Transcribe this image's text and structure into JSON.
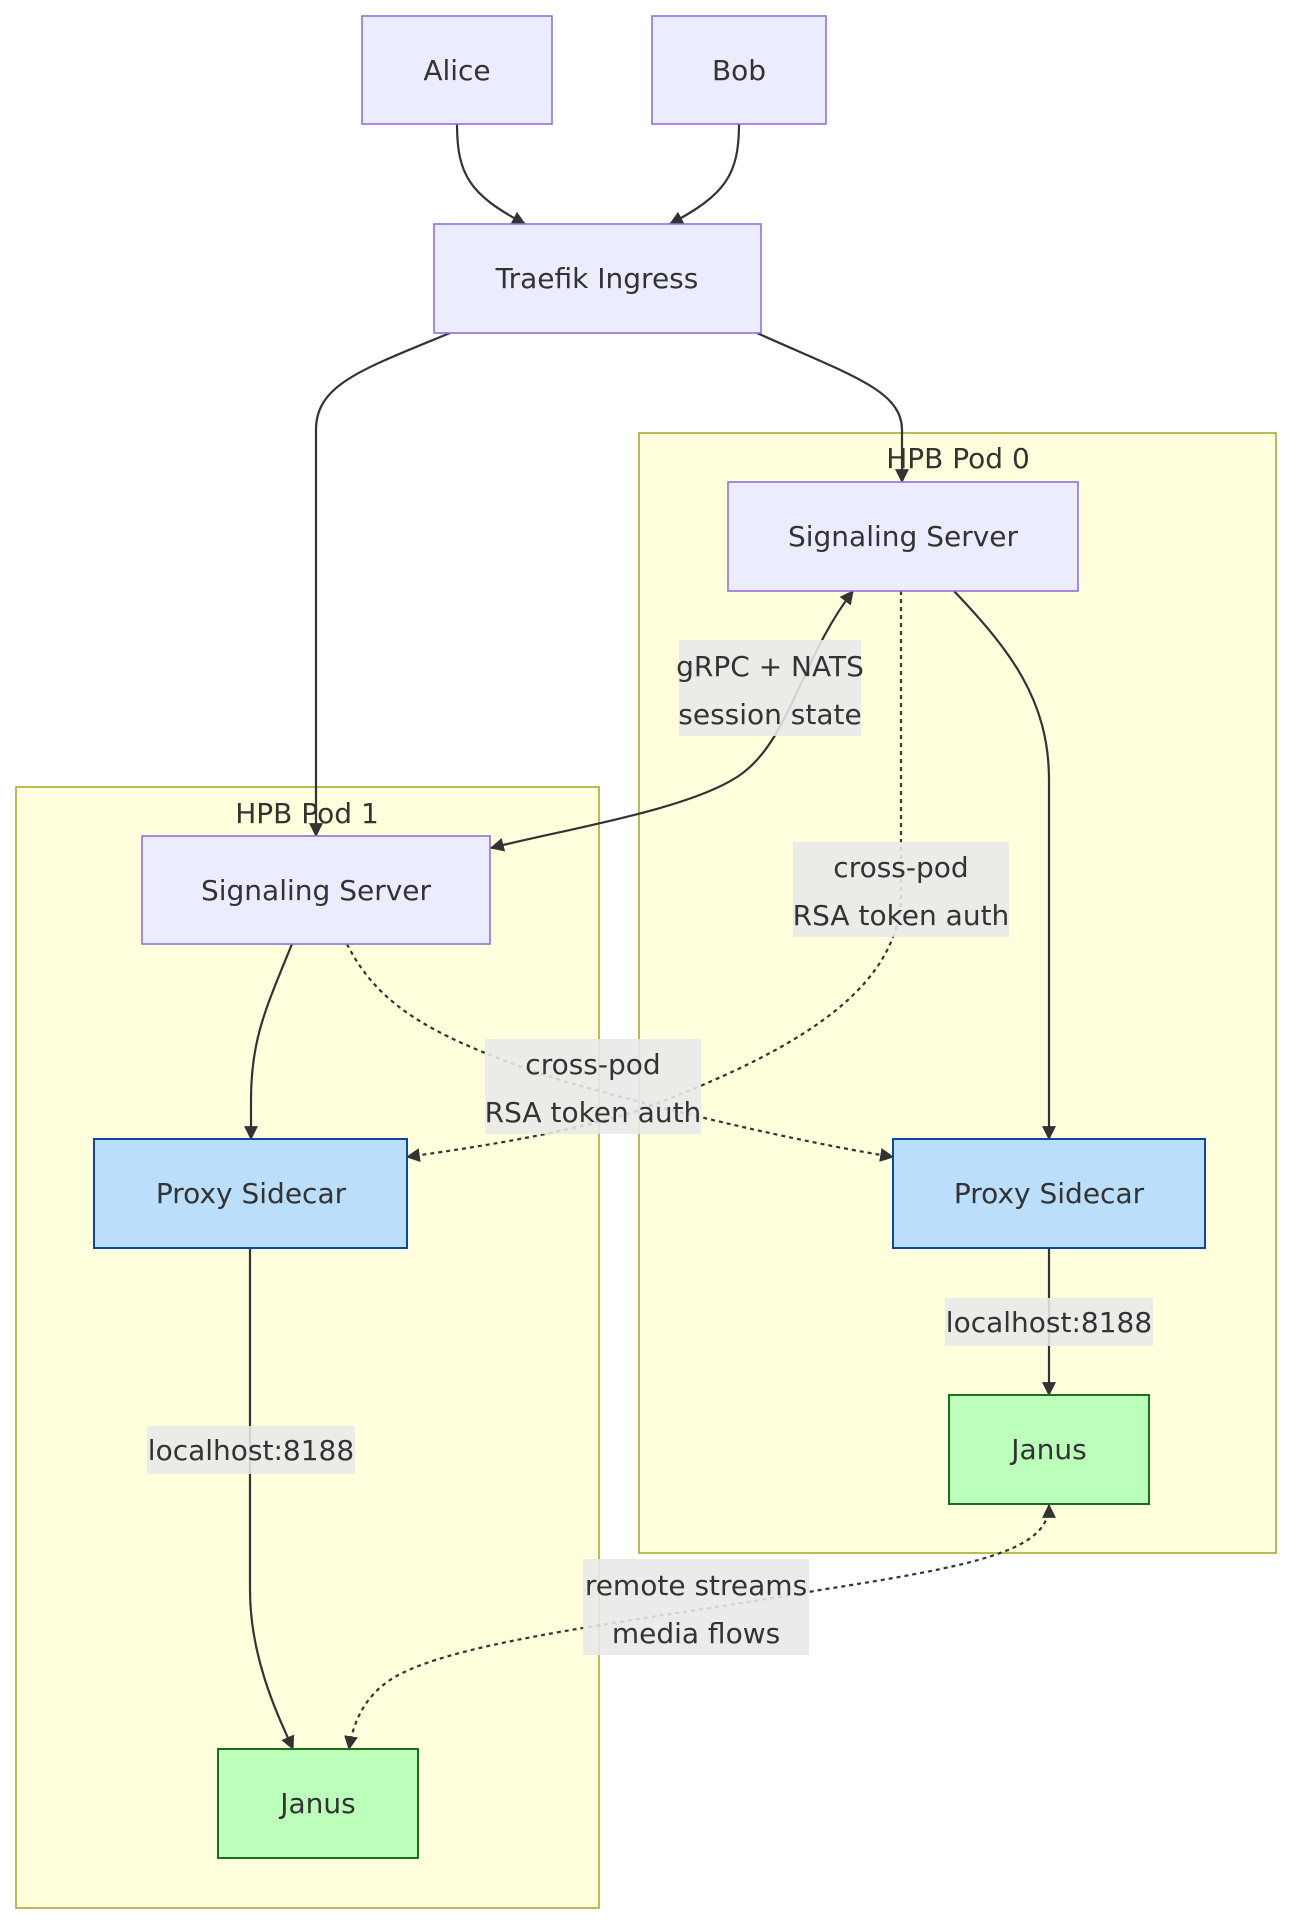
{
  "diagram": {
    "type": "flowchart",
    "direction": "TB",
    "colors": {
      "default_node_fill": "#ececff",
      "default_node_stroke": "#9370db",
      "proxy_fill": "#bbdefb",
      "proxy_stroke": "#0d47a1",
      "janus_fill": "#bbffbb",
      "janus_stroke": "#1b6e1b",
      "cluster_fill": "#ffffde",
      "cluster_stroke": "#aaaa33",
      "edge_label_bg": "#e8e8e8"
    },
    "nodes": {
      "alice": {
        "label": "Alice"
      },
      "bob": {
        "label": "Bob"
      },
      "traefik": {
        "label": "Traefik Ingress"
      },
      "sig0": {
        "label": "Signaling Server",
        "cluster": "pod0"
      },
      "proxy0": {
        "label": "Proxy Sidecar",
        "cluster": "pod0"
      },
      "janus0": {
        "label": "Janus",
        "cluster": "pod0"
      },
      "sig1": {
        "label": "Signaling Server",
        "cluster": "pod1"
      },
      "proxy1": {
        "label": "Proxy Sidecar",
        "cluster": "pod1"
      },
      "janus1": {
        "label": "Janus",
        "cluster": "pod1"
      }
    },
    "clusters": {
      "pod0": {
        "label": "HPB Pod 0"
      },
      "pod1": {
        "label": "HPB Pod 1"
      }
    },
    "edges": [
      {
        "from": "alice",
        "to": "traefik",
        "style": "solid"
      },
      {
        "from": "bob",
        "to": "traefik",
        "style": "solid"
      },
      {
        "from": "traefik",
        "to": "sig1",
        "style": "solid"
      },
      {
        "from": "traefik",
        "to": "sig0",
        "style": "solid"
      },
      {
        "from": "sig0",
        "to": "sig1",
        "style": "solid",
        "bidirectional": true,
        "label_lines": [
          "gRPC + NATS",
          "session state"
        ]
      },
      {
        "from": "sig0",
        "to": "proxy0",
        "style": "solid"
      },
      {
        "from": "sig1",
        "to": "proxy1",
        "style": "solid"
      },
      {
        "from": "sig0",
        "to": "proxy1",
        "style": "dotted",
        "label_lines": [
          "cross-pod",
          "RSA token auth"
        ]
      },
      {
        "from": "sig1",
        "to": "proxy0",
        "style": "dotted",
        "label_lines": [
          "cross-pod",
          "RSA token auth"
        ]
      },
      {
        "from": "proxy0",
        "to": "janus0",
        "style": "solid",
        "label_lines": [
          "localhost:8188"
        ]
      },
      {
        "from": "proxy1",
        "to": "janus1",
        "style": "solid",
        "label_lines": [
          "localhost:8188"
        ]
      },
      {
        "from": "janus0",
        "to": "janus1",
        "style": "dotted",
        "bidirectional": true,
        "label_lines": [
          "remote streams",
          "media flows"
        ]
      }
    ]
  }
}
